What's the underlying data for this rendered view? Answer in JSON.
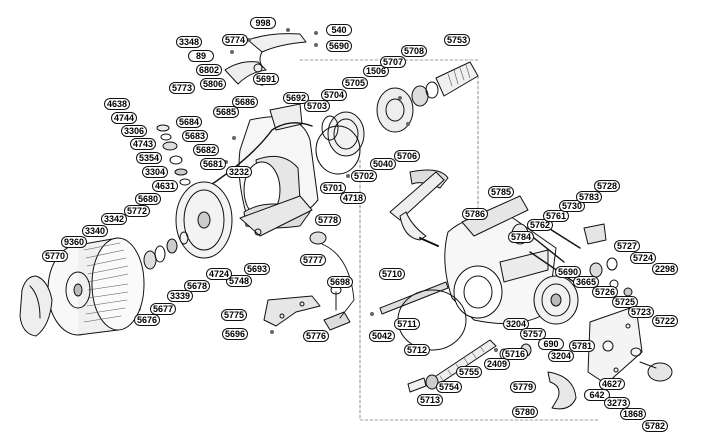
{
  "parts": [
    "998",
    "540",
    "5690",
    "5774",
    "3348",
    "89",
    "6802",
    "5773",
    "5806",
    "5691",
    "5686",
    "5685",
    "4638",
    "4744",
    "3306",
    "4743",
    "5354",
    "3304",
    "4631",
    "5682",
    "5681",
    "5683",
    "5684",
    "5692",
    "5703",
    "5704",
    "5705",
    "1506",
    "5707",
    "5708",
    "5753",
    "5706",
    "5040",
    "3232",
    "5680",
    "5772",
    "3342",
    "3340",
    "9360",
    "5770",
    "5676",
    "5677",
    "3339",
    "5678",
    "4724",
    "5748",
    "5693",
    "5778",
    "5701",
    "5702",
    "4718",
    "5785",
    "5786",
    "5784",
    "5762",
    "5761",
    "5730",
    "5783",
    "5728",
    "5727",
    "5724",
    "2298",
    "3665",
    "5726",
    "5725",
    "5723",
    "5722",
    "5690b",
    "5777",
    "5710",
    "5698",
    "5775",
    "5696",
    "5776",
    "5711",
    "5042",
    "5712",
    "5755",
    "5754",
    "5713",
    "2409",
    "5716",
    "5779",
    "5780",
    "3204",
    "5757",
    "690",
    "5781",
    "3204b",
    "4627",
    "642",
    "3273",
    "1868",
    "5782"
  ],
  "labels": {
    "998": "998",
    "540": "540",
    "5690": "5690",
    "5774": "5774",
    "3348": "3348",
    "89": "89",
    "6802": "6802",
    "5773": "5773",
    "5806": "5806",
    "5691": "5691",
    "5686": "5686",
    "5685": "5685",
    "4638": "4638",
    "4744": "4744",
    "3306": "3306",
    "4743": "4743",
    "5354": "5354",
    "3304": "3304",
    "4631": "4631",
    "5682": "5682",
    "5681": "5681",
    "5683": "5683",
    "5684": "5684",
    "5692": "5692",
    "5703": "5703",
    "5704": "5704",
    "5705": "5705",
    "1506": "1506",
    "5707": "5707",
    "5708": "5708",
    "5753": "5753",
    "5706": "5706",
    "5040": "5040",
    "3232": "3232",
    "5680": "5680",
    "5772": "5772",
    "3342": "3342",
    "3340": "3340",
    "9360": "9360",
    "5770": "5770",
    "5676": "5676",
    "5677": "5677",
    "3339": "3339",
    "5678": "5678",
    "4724": "4724",
    "5748": "5748",
    "5693": "5693",
    "5778": "5778",
    "5701": "5701",
    "5702": "5702",
    "4718": "4718",
    "5785": "5785",
    "5786": "5786",
    "5784": "5784",
    "5762": "5762",
    "5761": "5761",
    "5730": "5730",
    "5783": "5783",
    "5728": "5728",
    "5727": "5727",
    "5724": "5724",
    "2298": "2298",
    "3665": "3665",
    "5726": "5726",
    "5725": "5725",
    "5723": "5723",
    "5722": "5722",
    "5690b": "5690",
    "5777": "5777",
    "5710": "5710",
    "5698": "5698",
    "5775": "5775",
    "5696": "5696",
    "5776": "5776",
    "5711": "5711",
    "5042": "5042",
    "5712": "5712",
    "5755": "5755",
    "5754": "5754",
    "5713": "5713",
    "2409": "2409",
    "5716": "5716",
    "5779": "5779",
    "5780": "5780",
    "3204": "3204",
    "5757": "5757",
    "690": "690",
    "5781": "5781",
    "3204b": "3204",
    "4627": "4627",
    "642": "642",
    "3273": "3273",
    "1868": "1868",
    "5782": "5782"
  }
}
